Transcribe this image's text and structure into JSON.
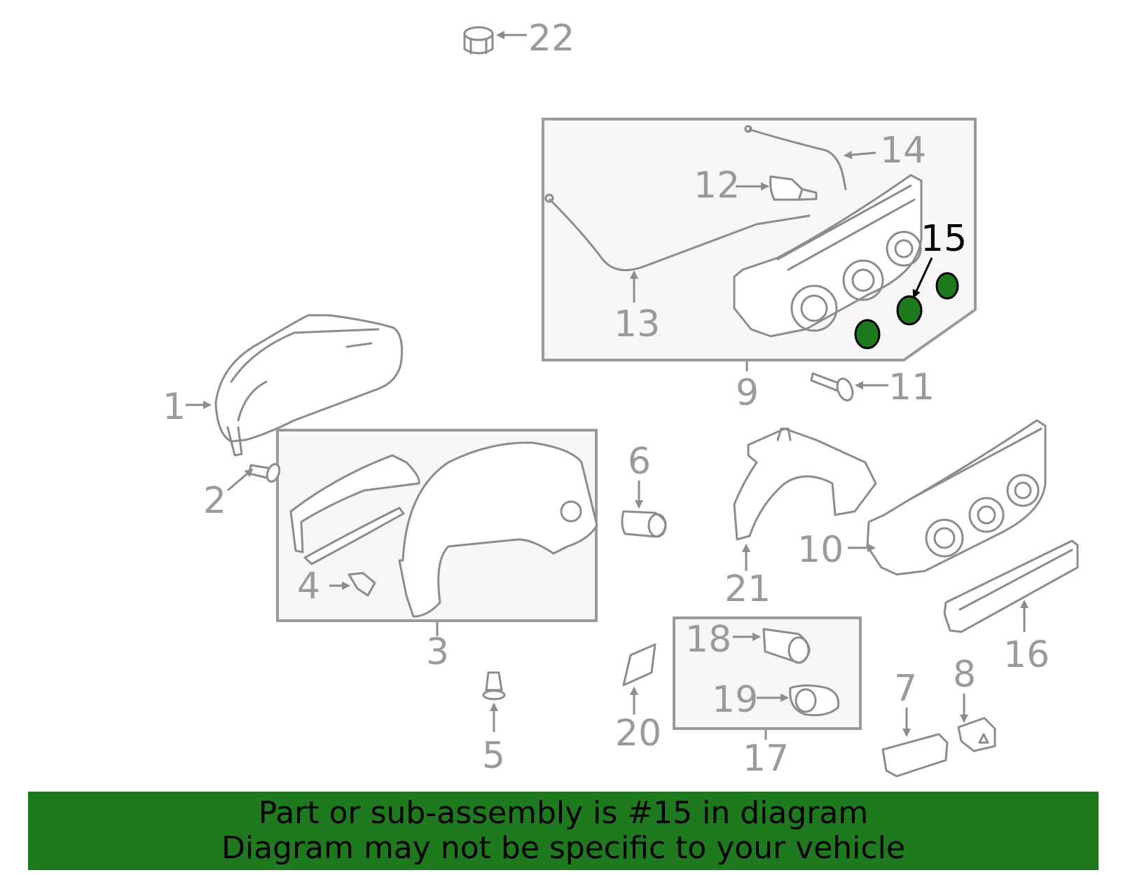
{
  "callouts": {
    "c1": "1",
    "c2": "2",
    "c3": "3",
    "c4": "4",
    "c5": "5",
    "c6": "6",
    "c7": "7",
    "c8": "8",
    "c9": "9",
    "c10": "10",
    "c11": "11",
    "c12": "12",
    "c13": "13",
    "c14": "14",
    "c15": "15",
    "c16": "16",
    "c17": "17",
    "c18": "18",
    "c19": "19",
    "c20": "20",
    "c21": "21",
    "c22": "22"
  },
  "highlight": {
    "part": "15",
    "color": "#1e7a1e"
  },
  "banner": {
    "line1": "Part or sub-assembly is #15 in diagram",
    "line2": "Diagram may not be specific to your vehicle",
    "background": "#1f7a1f"
  }
}
